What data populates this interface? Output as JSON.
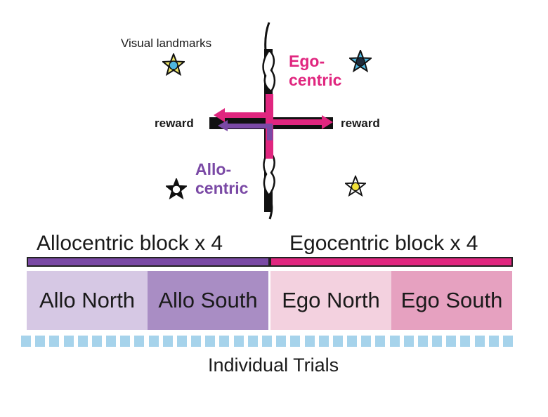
{
  "landmarks_label": "Visual landmarks",
  "reward_left": "reward",
  "reward_right": "reward",
  "ego_label": [
    "Ego-",
    "centric"
  ],
  "allo_label": [
    "Allo-",
    "centric"
  ],
  "allo_block_title": "Allocentric block x 4",
  "ego_block_title": "Egocentric block x 4",
  "conditions": [
    "Allo North",
    "Allo South",
    "Ego North",
    "Ego South"
  ],
  "trials_label": "Individual Trials",
  "trial_count": 35,
  "colors": {
    "allo": "#7a49a5",
    "ego": "#e0267f",
    "allo_north": "#d6c8e4",
    "allo_south": "#a98dc4",
    "ego_north": "#f3d1df",
    "ego_south": "#e6a1c0",
    "trial": "#a6d3eb",
    "star_blue": "#4fb6df",
    "star_yellow": "#f2ea6a"
  },
  "icons": [
    "star-blue-yellow-icon",
    "star-blue-black-icon",
    "star-black-white-icon",
    "star-yellow-icon",
    "mouse-icon"
  ]
}
